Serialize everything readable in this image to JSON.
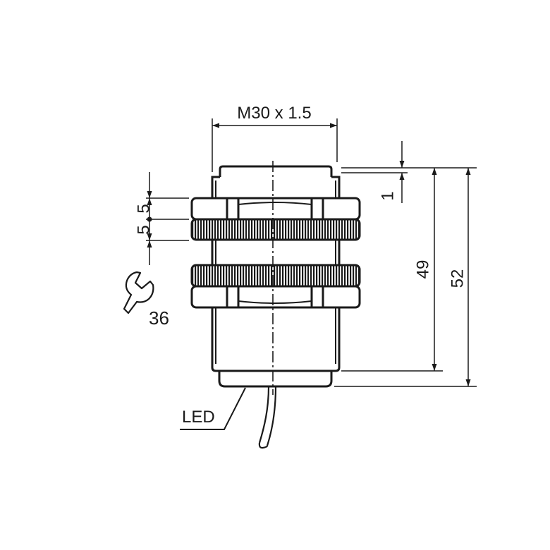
{
  "dimensions": {
    "thread": "M30 x 1.5",
    "nut_height_top": "5",
    "nut_height_bottom": "5",
    "collar_offset": "1",
    "body_length": "49",
    "total_length": "52",
    "wrench_size": "36"
  },
  "callouts": {
    "led": "LED"
  },
  "icons": {
    "wrench": "wrench-icon"
  },
  "colors": {
    "line": "#1a1a1a",
    "background": "#ffffff"
  }
}
